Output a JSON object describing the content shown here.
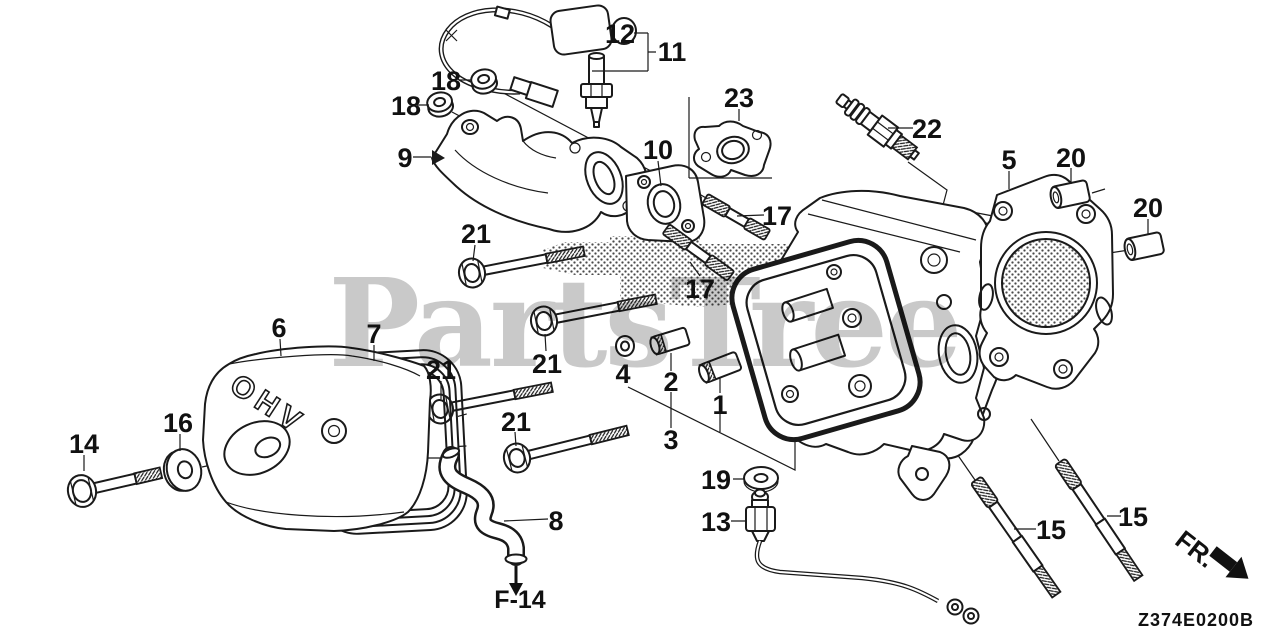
{
  "diagram": {
    "watermark": "PartsTree",
    "figure_reference": "F-14",
    "direction_indicator": "FR.",
    "drawing_code": "Z374E0200B",
    "valve_cover_embossed_text": "OHV",
    "colors": {
      "line": "#1a1a1a",
      "watermark": "#c9c9c9",
      "background": "#ffffff"
    },
    "callouts": [
      {
        "ref": "12"
      },
      {
        "ref": "11"
      },
      {
        "ref": "18"
      },
      {
        "ref": "18"
      },
      {
        "ref": "9"
      },
      {
        "ref": "10"
      },
      {
        "ref": "23"
      },
      {
        "ref": "22"
      },
      {
        "ref": "5"
      },
      {
        "ref": "20"
      },
      {
        "ref": "20"
      },
      {
        "ref": "17"
      },
      {
        "ref": "17"
      },
      {
        "ref": "21"
      },
      {
        "ref": "21"
      },
      {
        "ref": "21"
      },
      {
        "ref": "21"
      },
      {
        "ref": "6"
      },
      {
        "ref": "7"
      },
      {
        "ref": "16"
      },
      {
        "ref": "14"
      },
      {
        "ref": "4"
      },
      {
        "ref": "2"
      },
      {
        "ref": "3"
      },
      {
        "ref": "1"
      },
      {
        "ref": "19"
      },
      {
        "ref": "13"
      },
      {
        "ref": "8"
      },
      {
        "ref": "15"
      },
      {
        "ref": "15"
      }
    ]
  }
}
